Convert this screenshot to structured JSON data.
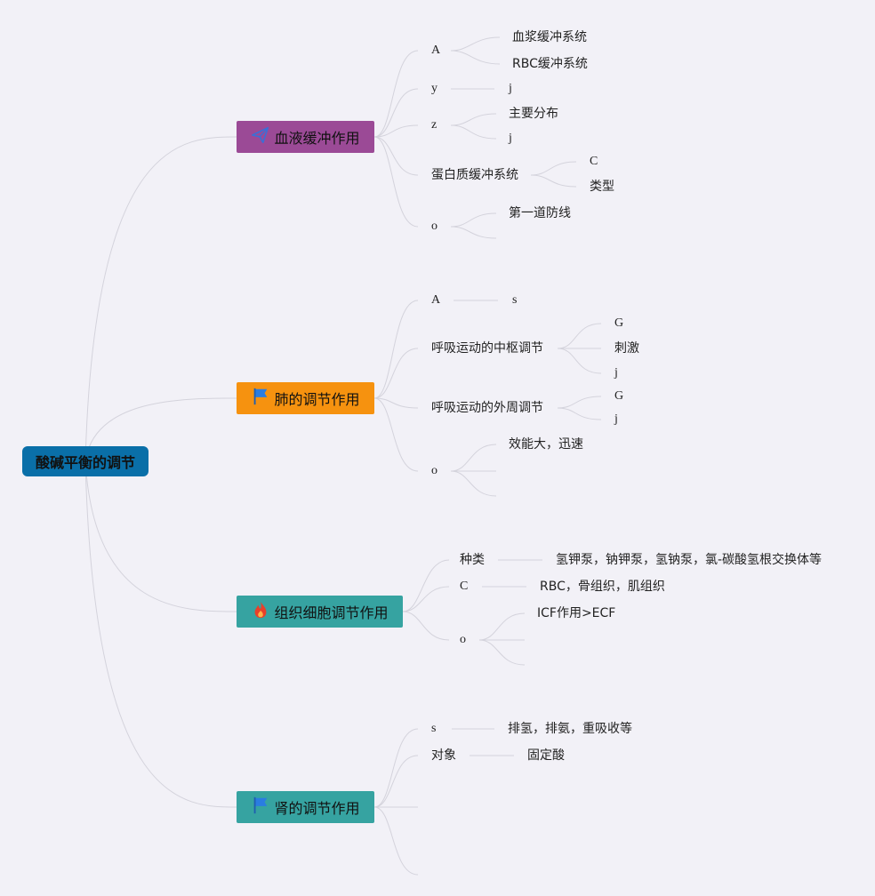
{
  "root": {
    "label": "酸碱平衡的调节"
  },
  "branches": [
    {
      "label": "血液缓冲作用",
      "icon": "paper-plane-icon",
      "color": "#9b4a96",
      "children": [
        {
          "label": "A",
          "children": [
            "血浆缓冲系统",
            "RBC缓冲系统"
          ]
        },
        {
          "label": "y",
          "children": [
            "j"
          ]
        },
        {
          "label": "z",
          "children": [
            "主要分布",
            "j"
          ]
        },
        {
          "label": "蛋白质缓冲系统",
          "children": [
            "C",
            "类型"
          ]
        },
        {
          "label": "o",
          "children": [
            "第一道防线",
            ""
          ]
        }
      ]
    },
    {
      "label": "肺的调节作用",
      "icon": "flag-icon",
      "color": "#f6920f",
      "children": [
        {
          "label": "A",
          "children": [
            "s"
          ]
        },
        {
          "label": "呼吸运动的中枢调节",
          "children": [
            "G",
            "刺激",
            "j"
          ]
        },
        {
          "label": "呼吸运动的外周调节",
          "children": [
            "G",
            "j"
          ]
        },
        {
          "label": "o",
          "children": [
            "效能大，迅速",
            "",
            ""
          ]
        }
      ]
    },
    {
      "label": "组织细胞调节作用",
      "icon": "fire-icon",
      "color": "#36a3a1",
      "children": [
        {
          "label": "种类",
          "children": [
            "氢钾泵，钠钾泵，氢钠泵，氯-碳酸氢根交换体等"
          ]
        },
        {
          "label": "C",
          "children": [
            "RBC，骨组织，肌组织"
          ]
        },
        {
          "label": "o",
          "children": [
            "ICF作用>ECF",
            "",
            ""
          ]
        }
      ]
    },
    {
      "label": "肾的调节作用",
      "icon": "flag-icon",
      "color": "#36a3a1",
      "children": [
        {
          "label": "s",
          "children": [
            "排氢，排氨，重吸收等"
          ]
        },
        {
          "label": "对象",
          "children": [
            "固定酸"
          ]
        },
        {
          "label": "",
          "children": []
        },
        {
          "label": "",
          "children": []
        }
      ]
    }
  ]
}
